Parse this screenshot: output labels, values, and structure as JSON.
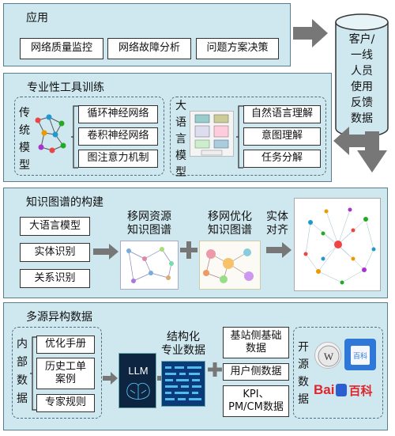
{
  "app": {
    "title": "应用",
    "items": [
      "网络质量监控",
      "网络故障分析",
      "问题方案决策"
    ]
  },
  "feedback": {
    "lines": [
      "客户/",
      "一线",
      "人员",
      "使用",
      "反馈",
      "数据"
    ]
  },
  "training": {
    "title": "专业性工具训练",
    "traditional_label": "传统模型",
    "traditional_items": [
      "循环神经网络",
      "卷积神经网络",
      "图注意力机制"
    ],
    "llm_label": "大语言模型",
    "llm_items": [
      "自然语言理解",
      "意图理解",
      "任务分解"
    ]
  },
  "kg": {
    "title": "知识图谱的构建",
    "inputs": [
      "大语言模型",
      "实体识别",
      "关系识别"
    ],
    "resource_label": [
      "移网资源",
      "知识图谱"
    ],
    "optimize_label": [
      "移网优化",
      "知识图谱"
    ],
    "align_label": [
      "实体",
      "对齐"
    ]
  },
  "data": {
    "title": "多源异构数据",
    "internal_label": "内部数据",
    "internal_items": [
      "优化手册",
      "历史工单案例",
      "专家规则"
    ],
    "llm_badge": "LLM",
    "structured_label": [
      "结构化",
      "专业数据"
    ],
    "structured_items": [
      "基站侧基础数据",
      "用户侧数据",
      "KPI、PM/CM数据"
    ],
    "opensource_label": "开源数据",
    "logos": {
      "wiki": "百科",
      "baidu_left": "Bai",
      "baidu_right": "百科"
    }
  },
  "colors": {
    "panel": "#cfe8ef",
    "panel_border": "#5a7f8c",
    "arrow": "#777777",
    "cylinder": "#cfe8ef",
    "baidu_red": "#e0242c",
    "baidu_blue": "#2b5fd1"
  }
}
